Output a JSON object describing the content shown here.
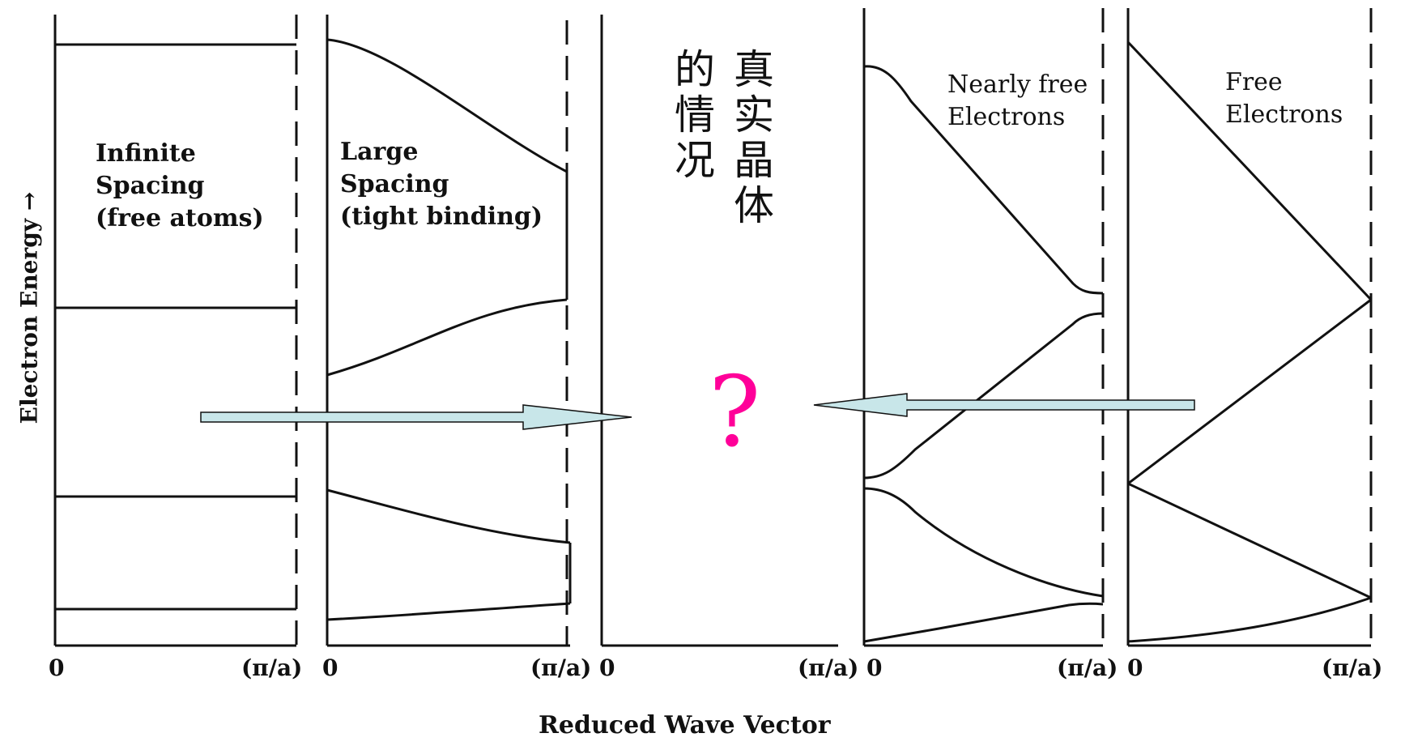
{
  "diagram": {
    "y_axis_label": "Electron Energy →",
    "x_axis_label": "Reduced Wave Vector",
    "panels": [
      {
        "id": "infinite",
        "label": "Infinite\nSpacing\n(free atoms)",
        "tick_left": "0",
        "tick_right": "(π/a)"
      },
      {
        "id": "large",
        "label": "Large\nSpacing\n(tight binding)",
        "tick_left": "0",
        "tick_right": "(π/a)"
      },
      {
        "id": "real",
        "label": "",
        "tick_left": "0",
        "tick_right": "(π/a)"
      },
      {
        "id": "nearly-free",
        "label": "Nearly free\nElectrons",
        "tick_left": "0",
        "tick_right": "(π/a)"
      },
      {
        "id": "free",
        "label": "Free\nElectrons",
        "tick_left": "0",
        "tick_right": "(π/a)"
      }
    ],
    "real_crystal_text_col1": "真实晶体",
    "real_crystal_text_col2": "的情况",
    "question_mark": "?",
    "colors": {
      "arrow_fill": "#c8e6e9",
      "question": "#ff0099",
      "line": "#111111"
    }
  }
}
